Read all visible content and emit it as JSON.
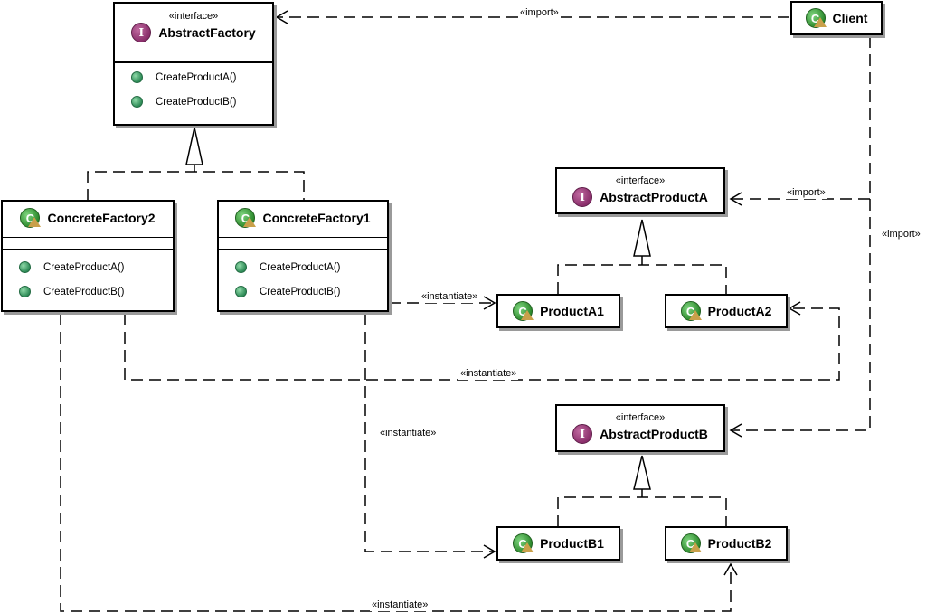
{
  "stereotypes": {
    "interface": "«interface»"
  },
  "classes": {
    "abstract_factory": {
      "name": "AbstractFactory",
      "methods": [
        "CreateProductA()",
        "CreateProductB()"
      ]
    },
    "client": {
      "name": "Client"
    },
    "concrete_factory2": {
      "name": "ConcreteFactory2",
      "methods": [
        "CreateProductA()",
        "CreateProductB()"
      ]
    },
    "concrete_factory1": {
      "name": "ConcreteFactory1",
      "methods": [
        "CreateProductA()",
        "CreateProductB()"
      ]
    },
    "abstract_product_a": {
      "name": "AbstractProductA"
    },
    "product_a1": {
      "name": "ProductA1"
    },
    "product_a2": {
      "name": "ProductA2"
    },
    "abstract_product_b": {
      "name": "AbstractProductB"
    },
    "product_b1": {
      "name": "ProductB1"
    },
    "product_b2": {
      "name": "ProductB2"
    }
  },
  "edge_labels": {
    "import_client_factory": "«import»",
    "import_client_producta": "«import»",
    "import_client_productb": "«import»",
    "inst_cf1_a1": "«instantiate»",
    "inst_cf2_a2": "«instantiate»",
    "inst_cf1_b1": "«instantiate»",
    "inst_cf2_b2": "«instantiate»"
  },
  "icons": {
    "interface": "interface-icon",
    "class": "class-icon",
    "method": "public-method-icon"
  },
  "colors": {
    "interface_badge": "#8a2e6b",
    "class_badge": "#2d8a2d",
    "method_dot": "#2e8b57"
  }
}
